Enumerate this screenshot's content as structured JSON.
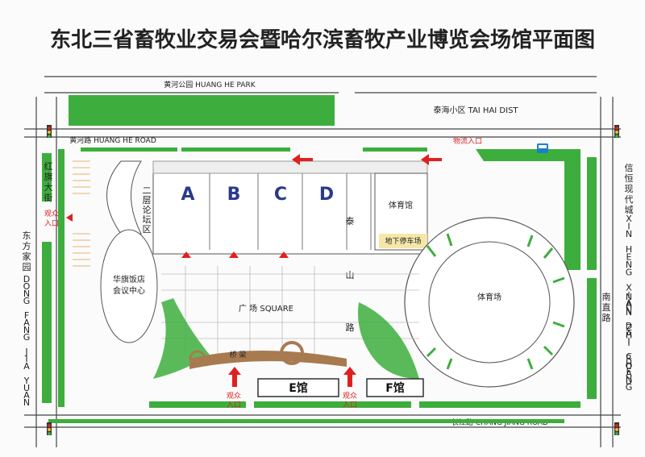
{
  "title": "东北三省畜牧业交易会暨哈尔滨畜牧产业博览会场馆平面图",
  "roads": {
    "huanghe_park": "黄河公园 HUANG HE PARK",
    "taihai": "泰海小区 TAI HAI DIST",
    "huanghe_road": "黄河路 HUANG HE ROAD",
    "changjiang_road": "长江路 CHANG JIANG ROAD",
    "hongqi_street": [
      "红",
      "旗",
      "大",
      "街"
    ],
    "dongfang_cn": [
      "东",
      "方",
      "家",
      "园"
    ],
    "dongfang_en": [
      "D",
      "O",
      "N",
      "G",
      " ",
      "F",
      "A",
      "N",
      "G",
      " ",
      "J",
      "I",
      "A",
      " ",
      "Y",
      "U",
      "A",
      "N"
    ],
    "xinheng_cn": [
      "信",
      "恒",
      "现",
      "代",
      "城"
    ],
    "xinheng_en": [
      "X",
      "I",
      "N",
      " ",
      "H",
      "E",
      "N",
      "G",
      " ",
      "X",
      "I",
      "A",
      "N",
      " ",
      "D",
      "A",
      "I",
      " ",
      "C",
      "H",
      "E",
      "N",
      "G"
    ],
    "nanzhi_cn": [
      "南",
      "直",
      "路"
    ],
    "nanzhi_en": [
      "N",
      "A",
      "N",
      " ",
      "Z",
      "H",
      "I",
      " ",
      "R",
      "O",
      "A",
      "D"
    ],
    "taishan_road": [
      "泰",
      "山",
      "路"
    ]
  },
  "halls": {
    "a": "A",
    "b": "B",
    "c": "C",
    "d": "D",
    "e": "E馆",
    "f": "F馆",
    "forum": [
      "二",
      "层",
      "论",
      "坛",
      "区"
    ],
    "gym": "体育馆",
    "underground_parking": "地下停车场",
    "stadium": "体育场",
    "huaqi_hotel_1": "华旗饭店",
    "huaqi_hotel_2": "会议中心",
    "square": "广 场 SQUARE",
    "bridge": "桥 梁"
  },
  "entrances": {
    "visitor_left": [
      "观众",
      "入口"
    ],
    "logistics": "物流入口",
    "visitor_bottom_1": [
      "观众",
      "入口"
    ],
    "visitor_bottom_2": [
      "观众",
      "入口"
    ]
  },
  "colors": {
    "green": "#3dae3d",
    "dark_green": "#2d8f2d",
    "red": "#e02020",
    "hall_text": "#2a3a8a",
    "brown": "#a87a50"
  }
}
